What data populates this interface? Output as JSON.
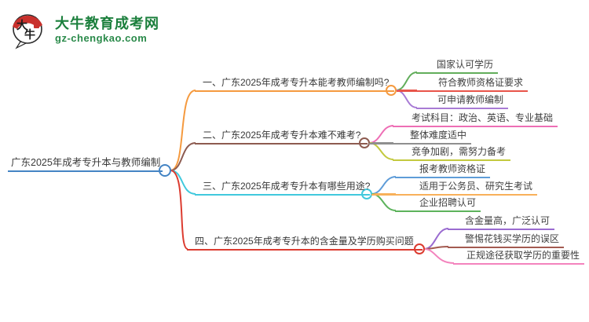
{
  "logo": {
    "title": "大牛教育成考网",
    "subtitle": "gz-chengkao.com",
    "icon_char_1": "大",
    "icon_char_2": "牛",
    "brand_green": "#1b7f3c",
    "seal_red": "#c9302c"
  },
  "mindmap": {
    "root": {
      "label": "广东2025年成考专升本与教师编制",
      "color": "#4484c4"
    },
    "branches": [
      {
        "label": "一、广东2025年成考专升本能考教师编制吗?",
        "color": "#f59a3f",
        "children": [
          {
            "label": "国家认可学历",
            "color": "#62ad5b"
          },
          {
            "label": "符合教师资格证要求",
            "color": "#e8544a"
          },
          {
            "label": "可申请教师编制",
            "color": "#a87bd5"
          }
        ]
      },
      {
        "label": "二、广东2025年成考专升本难不难考?",
        "color": "#8d5b50",
        "children": [
          {
            "label": "考试科目：政治、英语、专业基础",
            "color": "#ee6eb5"
          },
          {
            "label": "整体难度适中",
            "color": "#8f8f8f"
          },
          {
            "label": "竞争加剧，需努力备考",
            "color": "#c3c93f"
          }
        ]
      },
      {
        "label": "三、广东2025年成考专升本有哪些用途?",
        "color": "#41c9dd",
        "children": [
          {
            "label": "报考教师资格证",
            "color": "#5e9cd8"
          },
          {
            "label": "适用于公务员、研究生考试",
            "color": "#f8b05a"
          },
          {
            "label": "企业招聘认可",
            "color": "#5db35c"
          }
        ]
      },
      {
        "label": "四、广东2025年成考专升本的含金量及学历购买问题",
        "color": "#dc3c30",
        "children": [
          {
            "label": "含金量高，广泛认可",
            "color": "#9a6bd0"
          },
          {
            "label": "警惕花钱买学历的误区",
            "color": "#a35a50"
          },
          {
            "label": "正规途径获取学历的重要性",
            "color": "#f383bd"
          }
        ]
      }
    ]
  }
}
